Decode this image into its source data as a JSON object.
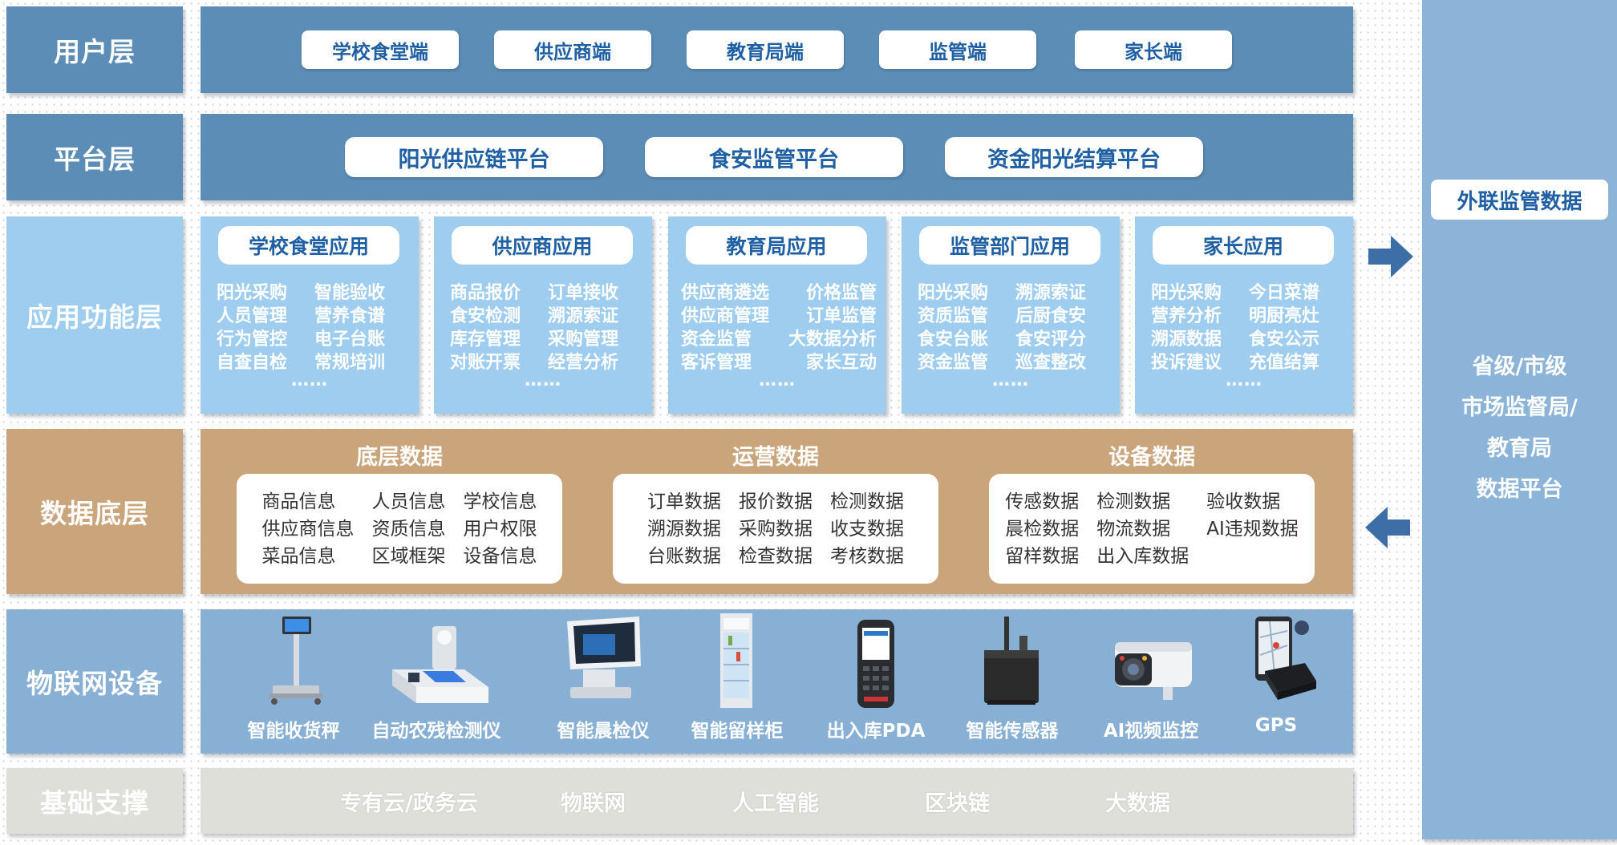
{
  "layers": {
    "user": "用户层",
    "platform": "平台层",
    "app": "应用功能层",
    "data": "数据底层",
    "iot": "物联网设备",
    "infra": "基础支撑"
  },
  "user_pills": [
    "学校食堂端",
    "供应商端",
    "教育局端",
    "监管端",
    "家长端"
  ],
  "platform_pills": [
    "阳光供应链平台",
    "食安监管平台",
    "资金阳光结算平台"
  ],
  "apps": [
    {
      "title": "学校食堂应用",
      "items": [
        "阳光采购",
        "智能验收",
        "人员管理",
        "营养食谱",
        "行为管控",
        "电子台账",
        "自查自检",
        "常规培训"
      ],
      "more": "……"
    },
    {
      "title": "供应商应用",
      "items": [
        "商品报价",
        "订单接收",
        "食安检测",
        "溯源索证",
        "库存管理",
        "采购管理",
        "对账开票",
        "经营分析"
      ],
      "more": "……"
    },
    {
      "title": "教育局应用",
      "items": [
        "供应商遴选",
        "价格监管",
        "供应商管理",
        "订单监管",
        "资金监管",
        "大数据分析",
        "客诉管理",
        "家长互动"
      ],
      "more": "……"
    },
    {
      "title": "监管部门应用",
      "items": [
        "阳光采购",
        "溯源索证",
        "资质监管",
        "后厨食安",
        "食安台账",
        "食安评分",
        "资金监管",
        "巡查整改"
      ],
      "more": "……"
    },
    {
      "title": "家长应用",
      "items": [
        "阳光采购",
        "今日菜谱",
        "营养分析",
        "明厨亮灶",
        "溯源数据",
        "食安公示",
        "投诉建议",
        "充值结算"
      ],
      "more": "……"
    }
  ],
  "data_groups": [
    {
      "title": "底层数据",
      "items": [
        "商品信息",
        "人员信息",
        "学校信息",
        "供应商信息",
        "资质信息",
        "用户权限",
        "菜品信息",
        "区域框架",
        "设备信息"
      ]
    },
    {
      "title": "运营数据",
      "items": [
        "订单数据",
        "报价数据",
        "检测数据",
        "溯源数据",
        "采购数据",
        "收支数据",
        "台账数据",
        "检查数据",
        "考核数据"
      ]
    },
    {
      "title": "设备数据",
      "items": [
        "传感数据",
        "检测数据",
        "验收数据",
        "晨检数据",
        "物流数据",
        "AI违规数据",
        "留样数据",
        "出入库数据",
        ""
      ]
    }
  ],
  "devices": [
    {
      "label": "智能收货秤",
      "icon": "scale-icon"
    },
    {
      "label": "自动农残检测仪",
      "icon": "pesticide-tester-icon"
    },
    {
      "label": "智能晨检仪",
      "icon": "morning-check-icon"
    },
    {
      "label": "智能留样柜",
      "icon": "sample-cabinet-icon"
    },
    {
      "label": "出入库PDA",
      "icon": "pda-icon"
    },
    {
      "label": "智能传感器",
      "icon": "sensor-icon"
    },
    {
      "label": "AI视频监控",
      "icon": "camera-icon"
    },
    {
      "label": "GPS",
      "icon": "gps-icon"
    }
  ],
  "infra_items": [
    "专有云/政务云",
    "物联网",
    "人工智能",
    "区块链",
    "大数据"
  ],
  "right": {
    "pill": "外联监管数据",
    "lines": [
      "省级/市级",
      "市场监督局/",
      "教育局",
      "数据平台"
    ]
  },
  "colors": {
    "band_dark": "#5b8db6",
    "band_light": "#9ecdef",
    "band_tan": "#caa47a",
    "band_mid": "#88b0d4",
    "band_grey": "#dedfd9",
    "text_blue": "#1f5fa4",
    "arrow": "#3d6fa6"
  }
}
